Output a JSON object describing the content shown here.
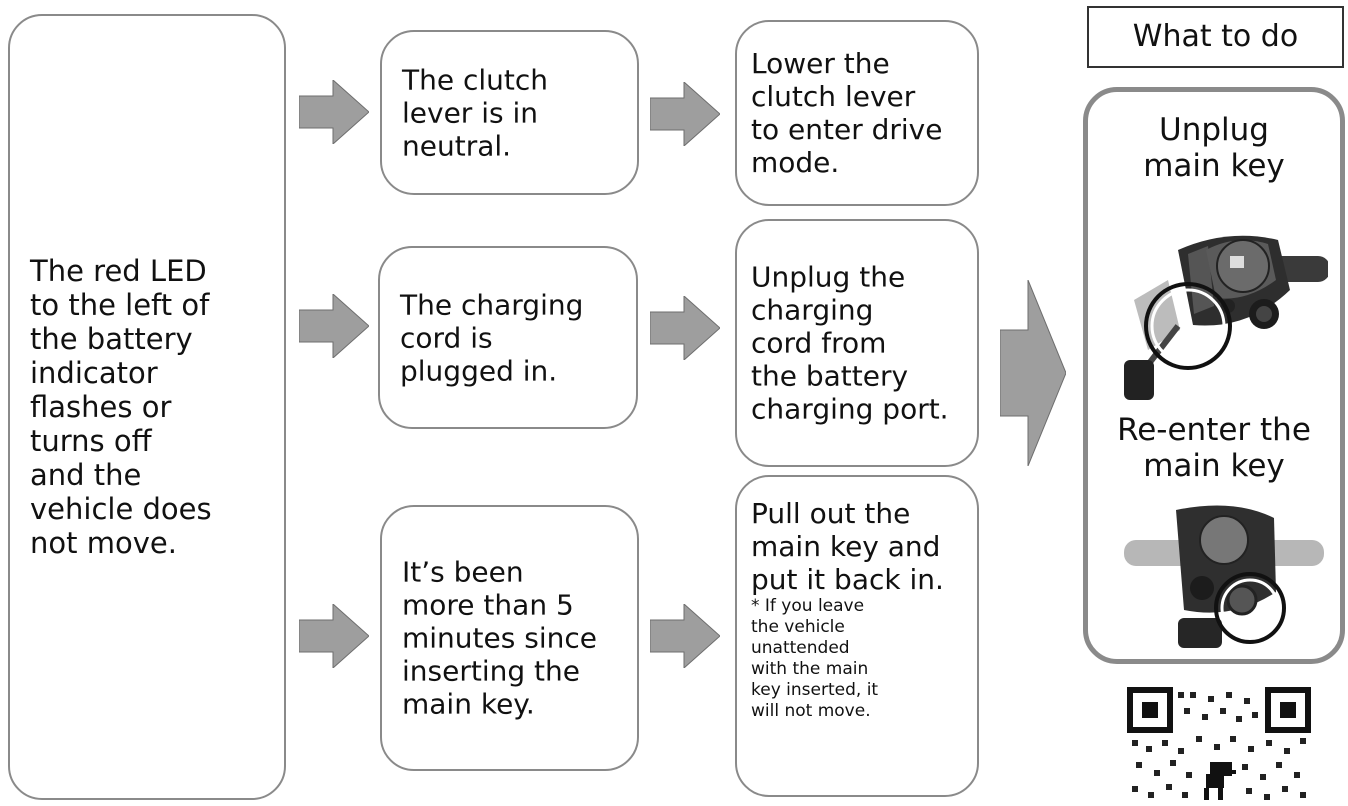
{
  "main_condition": "The red LED\nto the left of\nthe battery\nindicator\nflashes or\nturns off\nand the\nvehicle does\nnot move.",
  "causes": [
    "The clutch\nlever is in\nneutral.",
    "The charging\ncord is\nplugged in.",
    "It’s been\nmore than 5\nminutes since\ninserting the\nmain key."
  ],
  "solutions": [
    {
      "text": "Lower the\nclutch lever\nto enter drive\nmode.",
      "note": ""
    },
    {
      "text": "Unplug the\ncharging\ncord from\nthe battery\ncharging port.",
      "note": ""
    },
    {
      "text": "Pull out the\nmain key and\nput it back in.",
      "note": "* If you leave\nthe vehicle\nunattended\nwith the main\nkey inserted, it\nwill not move."
    }
  ],
  "what_to_do": {
    "title": "What to do",
    "step1": "Unplug\nmain key",
    "step2": "Re-enter the\nmain key"
  },
  "colors": {
    "arrow": "#9e9e9e",
    "border": "#8a8a8a"
  },
  "icons": [
    "arrow-right-icon",
    "qr-code-icon"
  ]
}
